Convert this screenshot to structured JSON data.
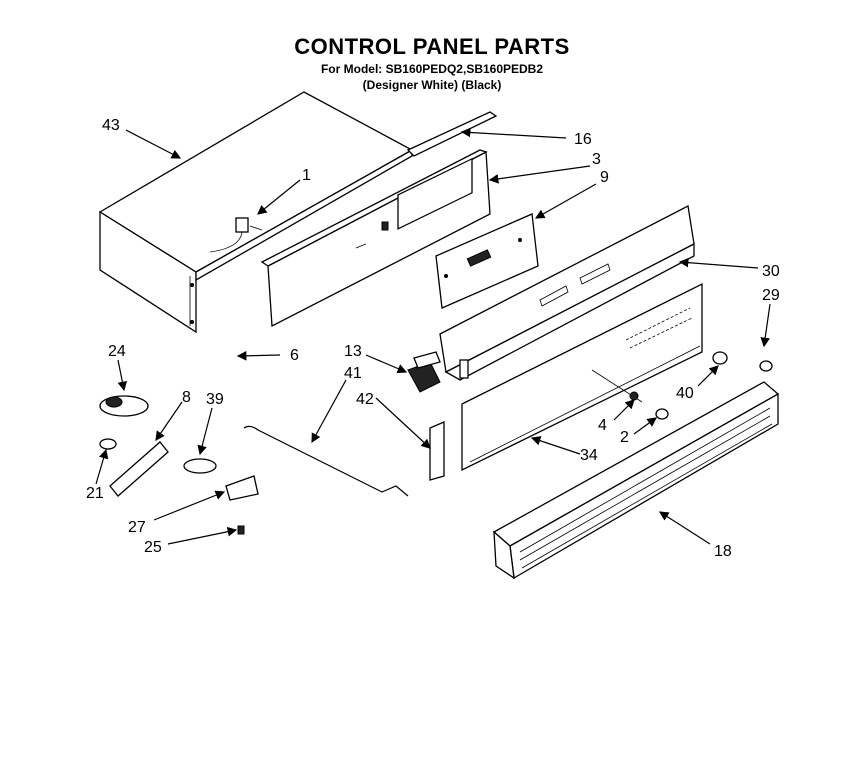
{
  "header": {
    "title": "CONTROL PANEL PARTS",
    "model_line": "For Model: SB160PEDQ2,SB160PEDB2",
    "color_line": "(Designer White) (Black)"
  },
  "callouts": {
    "c43": "43",
    "c16": "16",
    "c3": "3",
    "c9": "9",
    "c1": "1",
    "c30": "30",
    "c29": "29",
    "c24": "24",
    "c6": "6",
    "c13": "13",
    "c41": "41",
    "c42": "42",
    "c8": "8",
    "c39": "39",
    "c40": "40",
    "c4": "4",
    "c2": "2",
    "c34": "34",
    "c21": "21",
    "c27": "27",
    "c25": "25",
    "c18": "18"
  }
}
